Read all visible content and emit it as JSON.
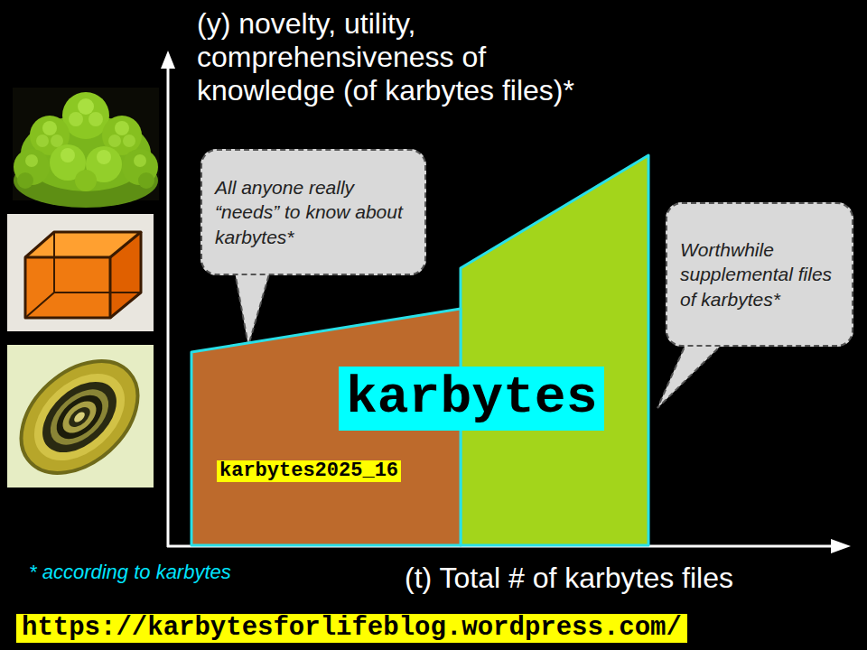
{
  "diagram": {
    "nodes": [
      {
        "text": [
          "All anyone really “needs” to know about karbytes*"
        ]
      },
      {
        "text": [
          "karbytes2025_16"
        ]
      },
      {
        "text": [
          "karbytes"
        ]
      },
      {
        "text": [
          "Worthwhile supplemental files of karbytes*"
        ]
      }
    ],
    "labels": [
      "(y) novelty, utility, comprehensiveness of knowledge (of karbytes files)*",
      "(t) Total # of karbytes files",
      "* according to karbytes",
      "https://karbytesforlifeblog.wordpress.com/"
    ]
  }
}
